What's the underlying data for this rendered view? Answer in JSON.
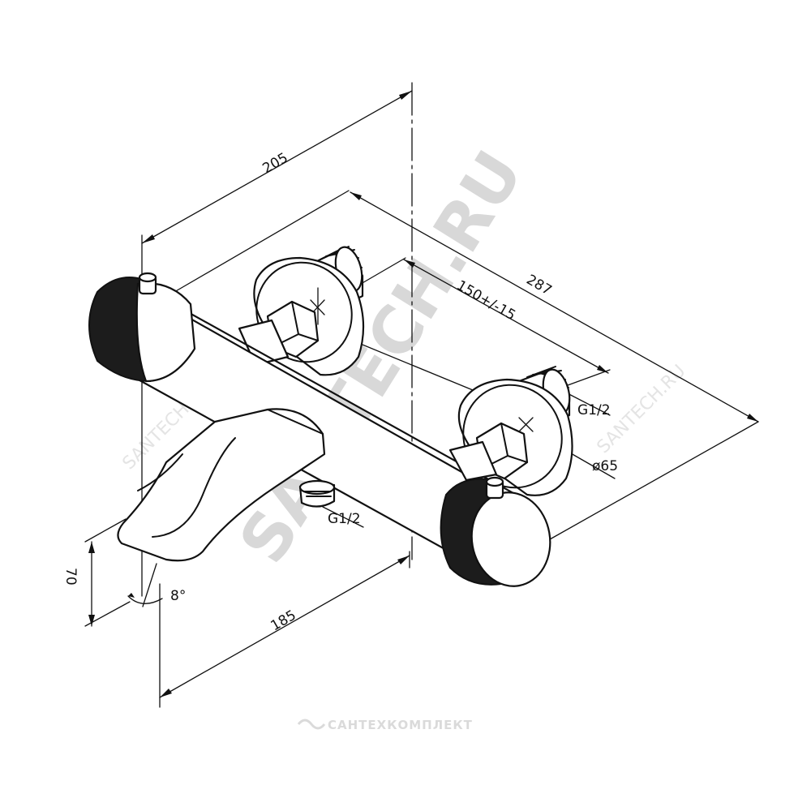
{
  "dimensions": {
    "overall_width": "205",
    "overall_length": "287",
    "center_distance": "150+/-15",
    "spout_reach": "185",
    "height": "70",
    "spout_angle": "8°",
    "thread_inlet_right": "G1/2",
    "thread_outlet_bottom": "G1/2",
    "flange_diameter": "ø65"
  },
  "watermark": {
    "main": "SANTECH.RU",
    "small": "SANTECH.RU",
    "footer": "САНТЕХКОМПЛЕКТ"
  },
  "colors": {
    "line": "#111111",
    "knurl": "#1c1c1c",
    "watermark": "#d8d8d8"
  }
}
